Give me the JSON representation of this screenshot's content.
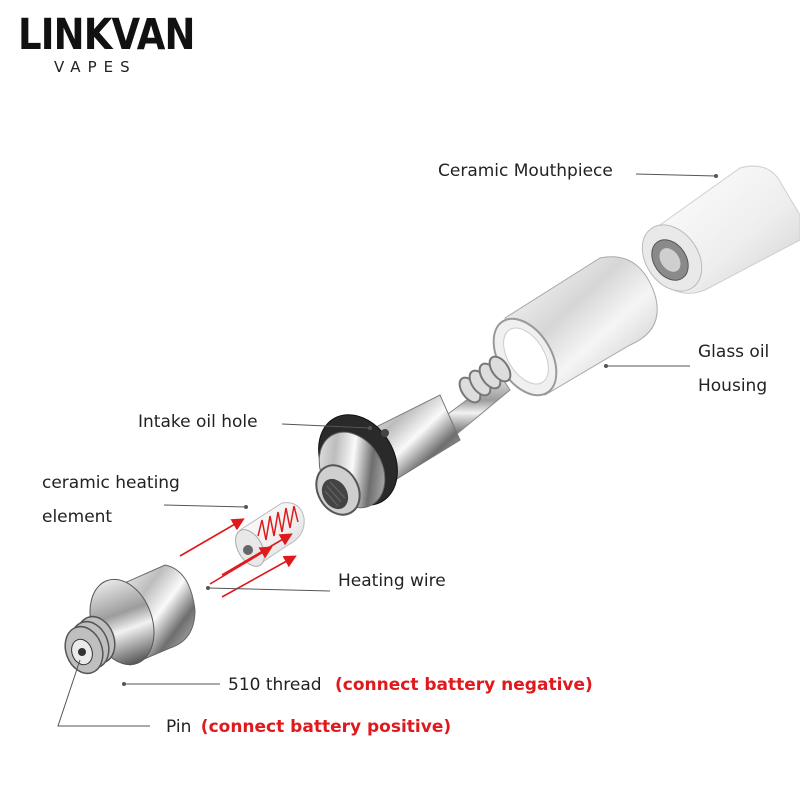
{
  "brand": {
    "name": "LINKVAN",
    "tagline": "VAPES"
  },
  "labels": {
    "ceramic_mouthpiece": "Ceramic Mouthpiece",
    "glass_oil_line1": "Glass oil",
    "glass_oil_line2": "Housing",
    "intake_oil_hole": "Intake oil hole",
    "ceramic_heating_line1": "ceramic heating",
    "ceramic_heating_line2": "element",
    "heating_wire": "Heating wire",
    "thread_510": "510 thread",
    "thread_510_note": "(connect battery negative)",
    "pin": "Pin",
    "pin_note": "(connect battery positive)"
  },
  "colors": {
    "accent_red": "#e0191c",
    "text": "#222222"
  }
}
